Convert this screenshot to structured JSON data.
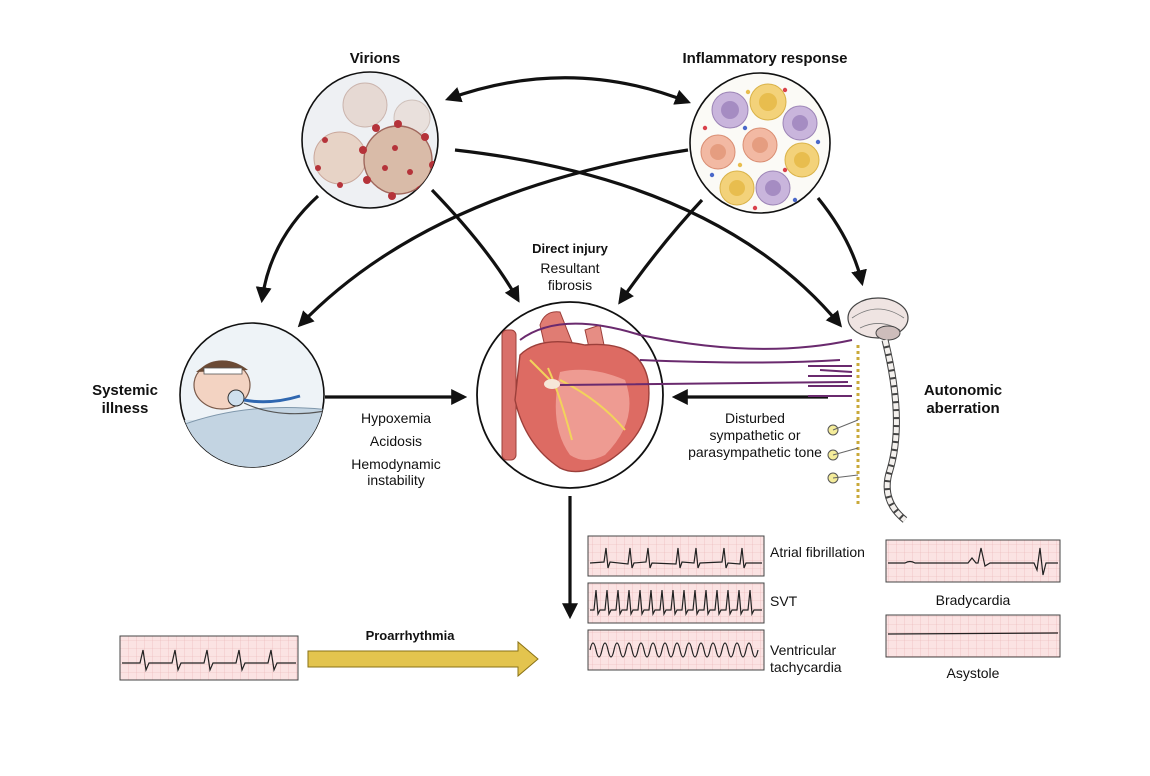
{
  "nodes": {
    "virions": "Virions",
    "inflammatory": "Inflammatory response",
    "direct_injury_title": "Direct injury",
    "direct_injury_sub_1": "Resultant",
    "direct_injury_sub_2": "fibrosis",
    "systemic_1": "Systemic",
    "systemic_2": "illness",
    "autonomic_1": "Autonomic",
    "autonomic_2": "aberration"
  },
  "mechanisms": {
    "hypoxemia": "Hypoxemia",
    "acidosis": "Acidosis",
    "hemodynamic_1": "Hemodynamic",
    "hemodynamic_2": "instability",
    "tone_1": "Disturbed",
    "tone_2": "sympathetic or",
    "tone_3": "parasympathetic tone"
  },
  "arrhythmias": {
    "proarrhythmia": "Proarrhythmia",
    "afib": "Atrial fibrillation",
    "svt": "SVT",
    "vt_1": "Ventricular",
    "vt_2": "tachycardia",
    "bradycardia": "Bradycardia",
    "asystole": "Asystole"
  },
  "colors": {
    "arrow": "#111111",
    "ecg_bg": "#fbe3e3",
    "ecg_grid": "#e9a9ab",
    "nerve": "#6a2a6e",
    "heart": "#dd6b63",
    "proarrhythmia_arrow": "#e3c44e"
  }
}
